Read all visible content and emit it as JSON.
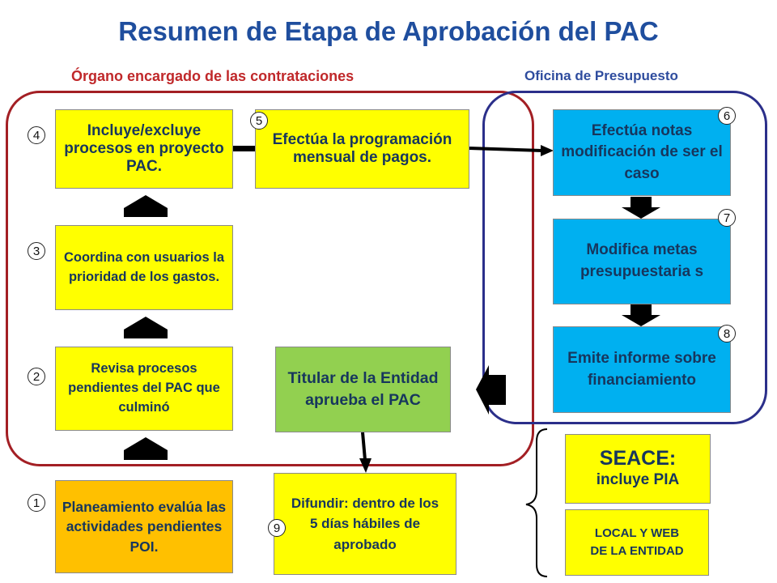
{
  "title": "Resumen de Etapa de Aprobación del PAC",
  "groups": {
    "organo": "Órgano encargado de las contrataciones",
    "oficina": "Oficina de Presupuesto"
  },
  "steps": [
    {
      "number": "1",
      "text": "Planeamiento evalúa las actividades pendientes POI."
    },
    {
      "number": "2",
      "text": "Revisa procesos pendientes del PAC que culminó"
    },
    {
      "number": "3",
      "text": "Coordina con usuarios la prioridad de los gastos."
    },
    {
      "number": "4",
      "text": "Incluye/excluye procesos en proyecto PAC."
    },
    {
      "number": "5",
      "text": "Efectúa la programación mensual de pagos."
    },
    {
      "number": "6",
      "text": "Efectúa notas modificación de ser el caso"
    },
    {
      "number": "7",
      "text": "Modifica metas presupuestaria s"
    },
    {
      "number": "8",
      "text": "Emite informe sobre financiamiento"
    },
    {
      "number": "9",
      "text": "Difundir: dentro de los 5 días hábiles de aprobado"
    }
  ],
  "approval": "Titular de la Entidad aprueba el PAC",
  "seace": {
    "heading": "SEACE:",
    "text": "incluye PIA"
  },
  "local": "LOCAL Y WEB DE LA ENTIDAD",
  "colors": {
    "title": "#1f4e9e",
    "organo_border": "#a31f24",
    "oficina_border": "#2b2f8a",
    "yellow_box": "#ffff00",
    "orange_box": "#ffc000",
    "green_box": "#92d050",
    "cyan_box": "#00b0f0"
  }
}
